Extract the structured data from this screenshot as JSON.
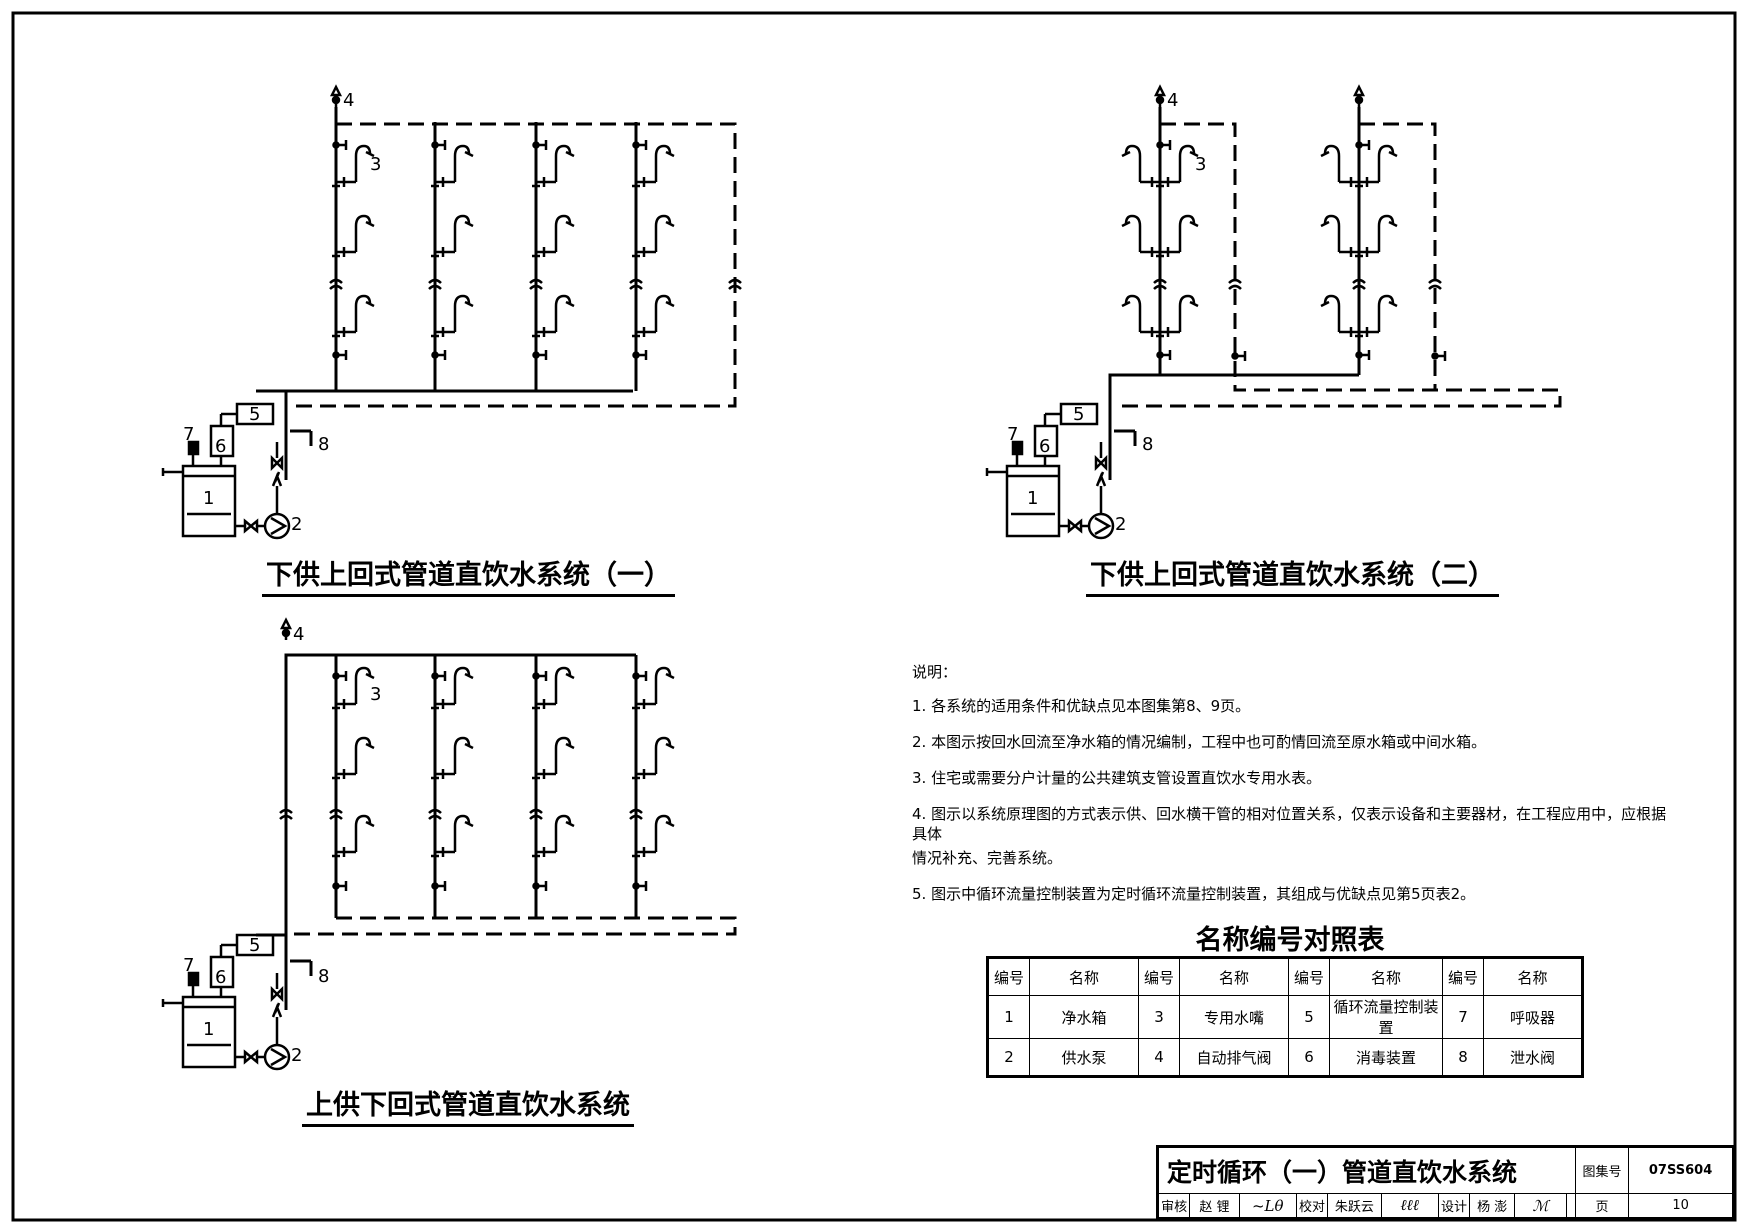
{
  "diagrams": {
    "d1": {
      "title": "下供上回式管道直饮水系统（一）",
      "labels": {
        "n1": "1",
        "n2": "2",
        "n3": "3",
        "n4": "4",
        "n5": "5",
        "n6": "6",
        "n7": "7",
        "n8": "8"
      }
    },
    "d2": {
      "title": "下供上回式管道直饮水系统（二）",
      "labels": {
        "n1": "1",
        "n2": "2",
        "n3": "3",
        "n4": "4",
        "n5": "5",
        "n6": "6",
        "n7": "7",
        "n8": "8"
      }
    },
    "d3": {
      "title": "上供下回式管道直饮水系统",
      "labels": {
        "n1": "1",
        "n2": "2",
        "n3": "3",
        "n4": "4",
        "n5": "5",
        "n6": "6",
        "n7": "7",
        "n8": "8"
      }
    }
  },
  "notes": {
    "heading": "说明：",
    "items": [
      "1. 各系统的适用条件和优缺点见本图集第8、9页。",
      "2. 本图示按回水回流至净水箱的情况编制，工程中也可酌情回流至原水箱或中间水箱。",
      "3. 住宅或需要分户计量的公共建筑支管设置直饮水专用水表。",
      "4. 图示以系统原理图的方式表示供、回水横干管的相对位置关系，仅表示设备和主要器材，在工程应用中，应根据具体",
      "情况补充、完善系统。",
      "5. 图示中循环流量控制装置为定时循环流量控制装置，其组成与优缺点见第5页表2。"
    ]
  },
  "legend": {
    "title": "名称编号对照表",
    "header": [
      "编号",
      "名称",
      "编号",
      "名称",
      "编号",
      "名称",
      "编号",
      "名称"
    ],
    "rows": [
      [
        "1",
        "净水箱",
        "3",
        "专用水嘴",
        "5",
        "循环流量控制装置",
        "7",
        "呼吸器"
      ],
      [
        "2",
        "供水泵",
        "4",
        "自动排气阀",
        "6",
        "消毒装置",
        "8",
        "泄水阀"
      ]
    ]
  },
  "titleblock": {
    "title": "定时循环（一）管道直饮水系统",
    "atlas_label": "图集号",
    "atlas_no": "07SS604",
    "review_label": "审核",
    "reviewer": "赵 锂",
    "check_label": "校对",
    "checker": "朱跃云",
    "design_label": "设计",
    "designer": "杨 澎",
    "page_label": "页",
    "page_no": "10"
  }
}
